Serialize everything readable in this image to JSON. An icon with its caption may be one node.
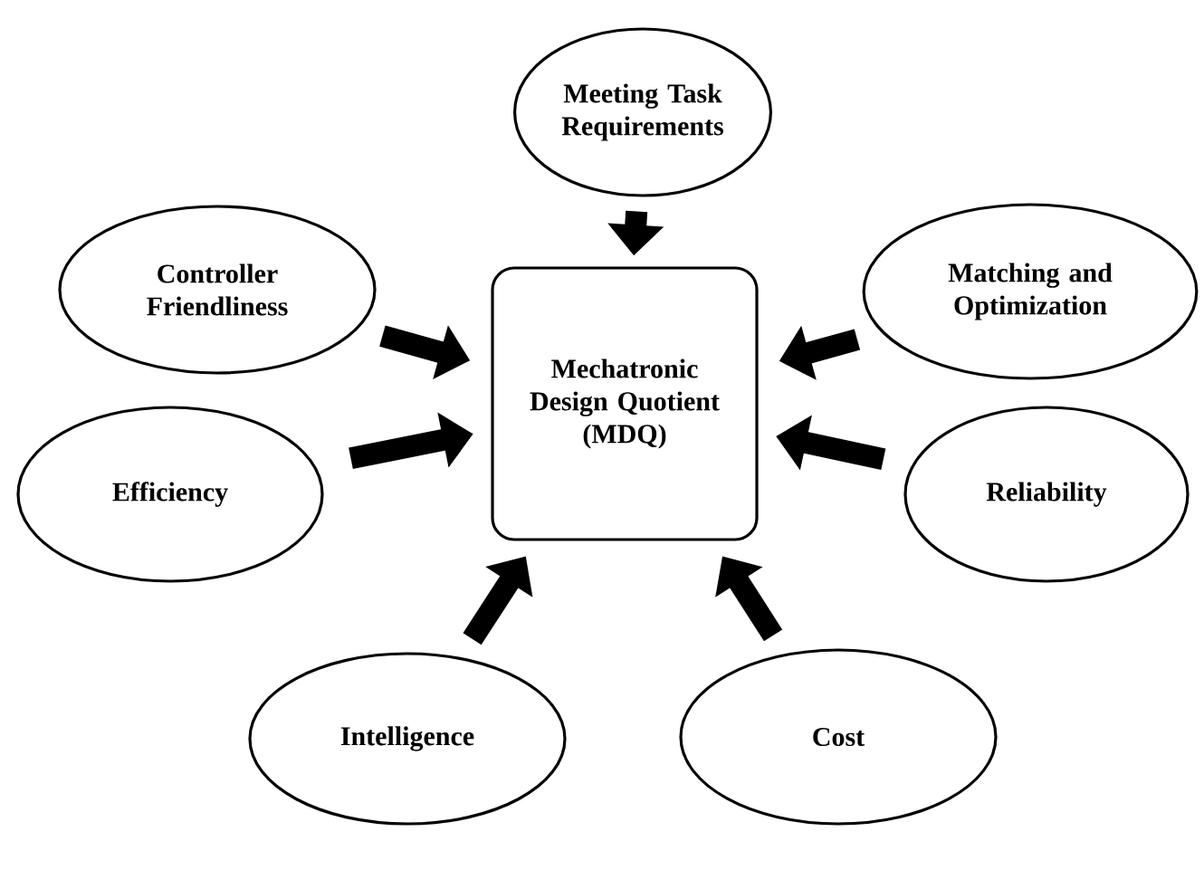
{
  "diagram": {
    "nodes": [
      {
        "text": [
          "Meeting Task Requirements"
        ]
      },
      {
        "text": [
          "Controller Friendliness"
        ]
      },
      {
        "text": [
          "Matching and Optimization"
        ]
      },
      {
        "text": [
          "Mechatronic Design Quotient (MDQ)"
        ]
      },
      {
        "text": [
          "Efficiency"
        ]
      },
      {
        "text": [
          "Reliability"
        ]
      },
      {
        "text": [
          "Intelligence"
        ]
      },
      {
        "text": [
          "Cost"
        ]
      }
    ],
    "edges": [
      {
        "from": 0,
        "to": 3,
        "arrow": "to"
      },
      {
        "from": 1,
        "to": 3,
        "arrow": "to"
      },
      {
        "from": 2,
        "to": 3,
        "arrow": "to"
      },
      {
        "from": 4,
        "to": 3,
        "arrow": "to"
      },
      {
        "from": 5,
        "to": 3,
        "arrow": "to"
      },
      {
        "from": 6,
        "to": 3,
        "arrow": "to"
      },
      {
        "from": 7,
        "to": 3,
        "arrow": "to"
      }
    ]
  }
}
